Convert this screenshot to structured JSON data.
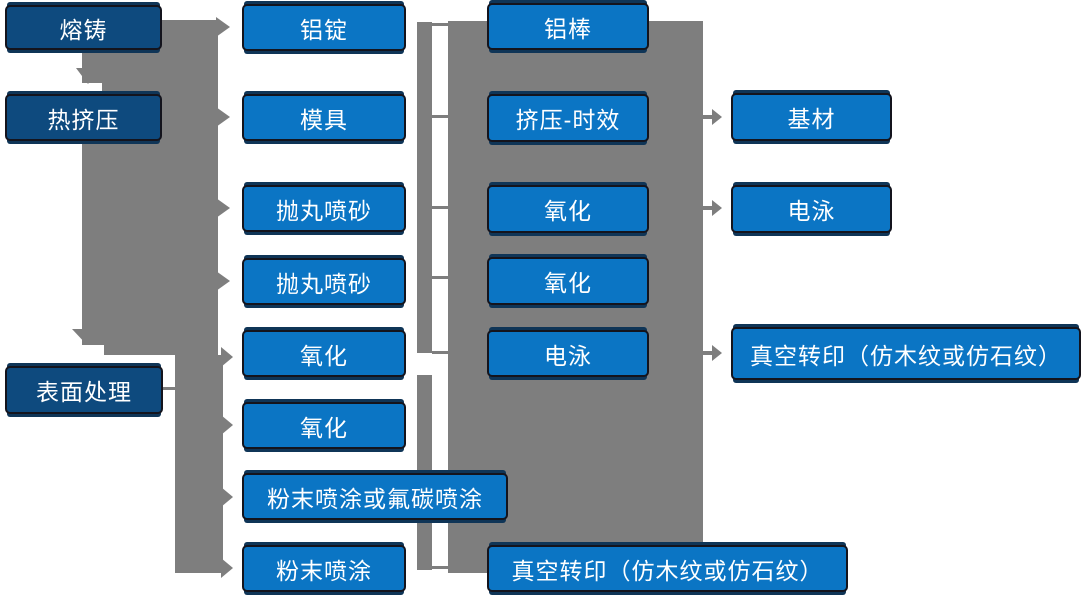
{
  "diagram": {
    "description_type": "process-flow-diagram",
    "colors": {
      "box_blue": "#0b75c4",
      "box_navy": "#0e4a7e",
      "box_border": "#14141d",
      "box_shadow_navy": "#0f3557",
      "connector_gray": "#7e7e7e",
      "label_text": "#ffffff"
    },
    "nodes": {
      "melting_casting": {
        "label": "熔铸"
      },
      "hot_extrusion": {
        "label": "热挤压"
      },
      "surface_treatment": {
        "label": "表面处理"
      },
      "aluminum_ingot": {
        "label": "铝锭"
      },
      "mold": {
        "label": "模具"
      },
      "shot_blasting_1": {
        "label": "抛丸喷砂"
      },
      "shot_blasting_2": {
        "label": "抛丸喷砂"
      },
      "oxidation_a": {
        "label": "氧化"
      },
      "oxidation_b": {
        "label": "氧化"
      },
      "powder_or_fluorocarbon_coating": {
        "label": "粉末喷涂或氟碳喷涂"
      },
      "powder_coating": {
        "label": "粉末喷涂"
      },
      "aluminum_rod": {
        "label": "铝棒"
      },
      "extrusion_aging": {
        "label": "挤压-时效"
      },
      "oxidation_c": {
        "label": "氧化"
      },
      "oxidation_d": {
        "label": "氧化"
      },
      "electrophoresis_1": {
        "label": "电泳"
      },
      "vacuum_transfer_print_bottom": {
        "label": "真空转印（仿木纹或仿石纹）"
      },
      "base_material": {
        "label": "基材"
      },
      "electrophoresis_2": {
        "label": "电泳"
      },
      "vacuum_transfer_print_right": {
        "label": "真空转印（仿木纹或仿石纹）"
      }
    }
  }
}
